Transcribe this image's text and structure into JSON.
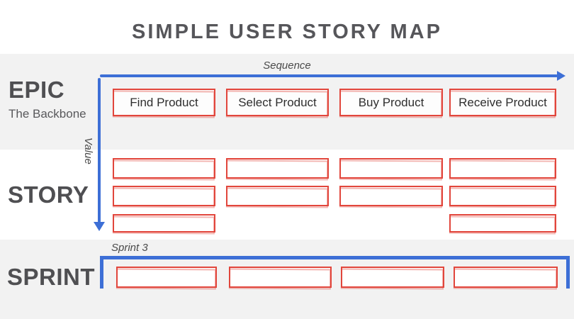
{
  "title": "SIMPLE USER STORY MAP",
  "colors": {
    "accent_blue": "#3D6FD6",
    "sketch_red": "#E2463C",
    "band_gray": "#F2F2F2",
    "heading_gray": "#56565A"
  },
  "axis": {
    "sequence_label": "Sequence",
    "value_label": "Value"
  },
  "rows": {
    "epic": {
      "label": "EPIC",
      "sublabel": "The Backbone"
    },
    "story": {
      "label": "STORY"
    },
    "sprint": {
      "label": "SPRINT",
      "annotation": "Sprint 3"
    }
  },
  "epic_cards": [
    {
      "label": "Find Product"
    },
    {
      "label": "Select Product"
    },
    {
      "label": "Buy Product"
    },
    {
      "label": "Receive Product"
    }
  ],
  "story_grid": {
    "row1_columns": [
      1,
      2,
      3,
      4
    ],
    "row2_columns": [
      1,
      2,
      3,
      4
    ],
    "row3_columns": [
      1,
      4
    ]
  },
  "sprint_cards_count": 4
}
